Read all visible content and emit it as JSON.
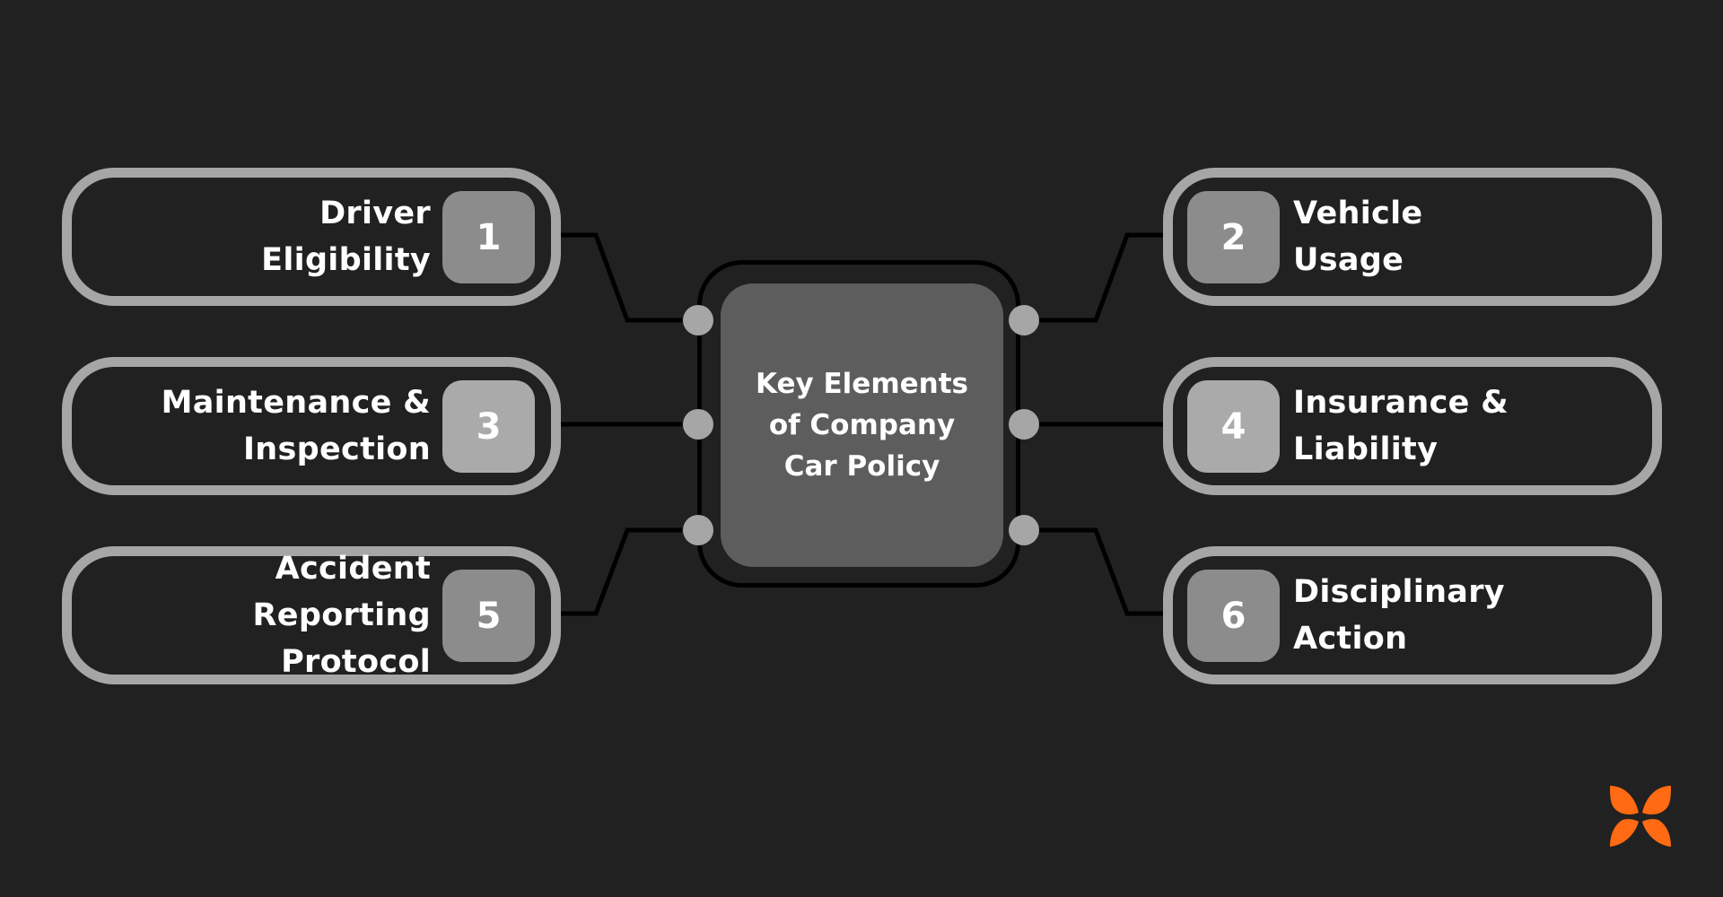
{
  "diagram": {
    "center": {
      "lines": [
        "Key Elements",
        "of Company",
        "Car Policy"
      ]
    },
    "items": [
      {
        "number": "1",
        "lines": [
          "Driver",
          "Eligibility"
        ]
      },
      {
        "number": "2",
        "lines": [
          "Vehicle",
          "Usage"
        ]
      },
      {
        "number": "3",
        "lines": [
          "Maintenance &",
          "Inspection"
        ]
      },
      {
        "number": "4",
        "lines": [
          "Insurance &",
          "Liability"
        ]
      },
      {
        "number": "5",
        "lines": [
          "Accident Reporting",
          "Protocol"
        ]
      },
      {
        "number": "6",
        "lines": [
          "Disciplinary",
          "Action"
        ]
      }
    ]
  },
  "colors": {
    "background": "#212121",
    "card_border": "#a6a6a6",
    "badge_dark": "#8c8c8c",
    "badge_light": "#aaaaaa",
    "center_box": "#5d5d5d",
    "connector": "#000000",
    "brand_accent": "#ff6a13"
  },
  "logo": {
    "icon": "butterfly-logo-icon"
  }
}
